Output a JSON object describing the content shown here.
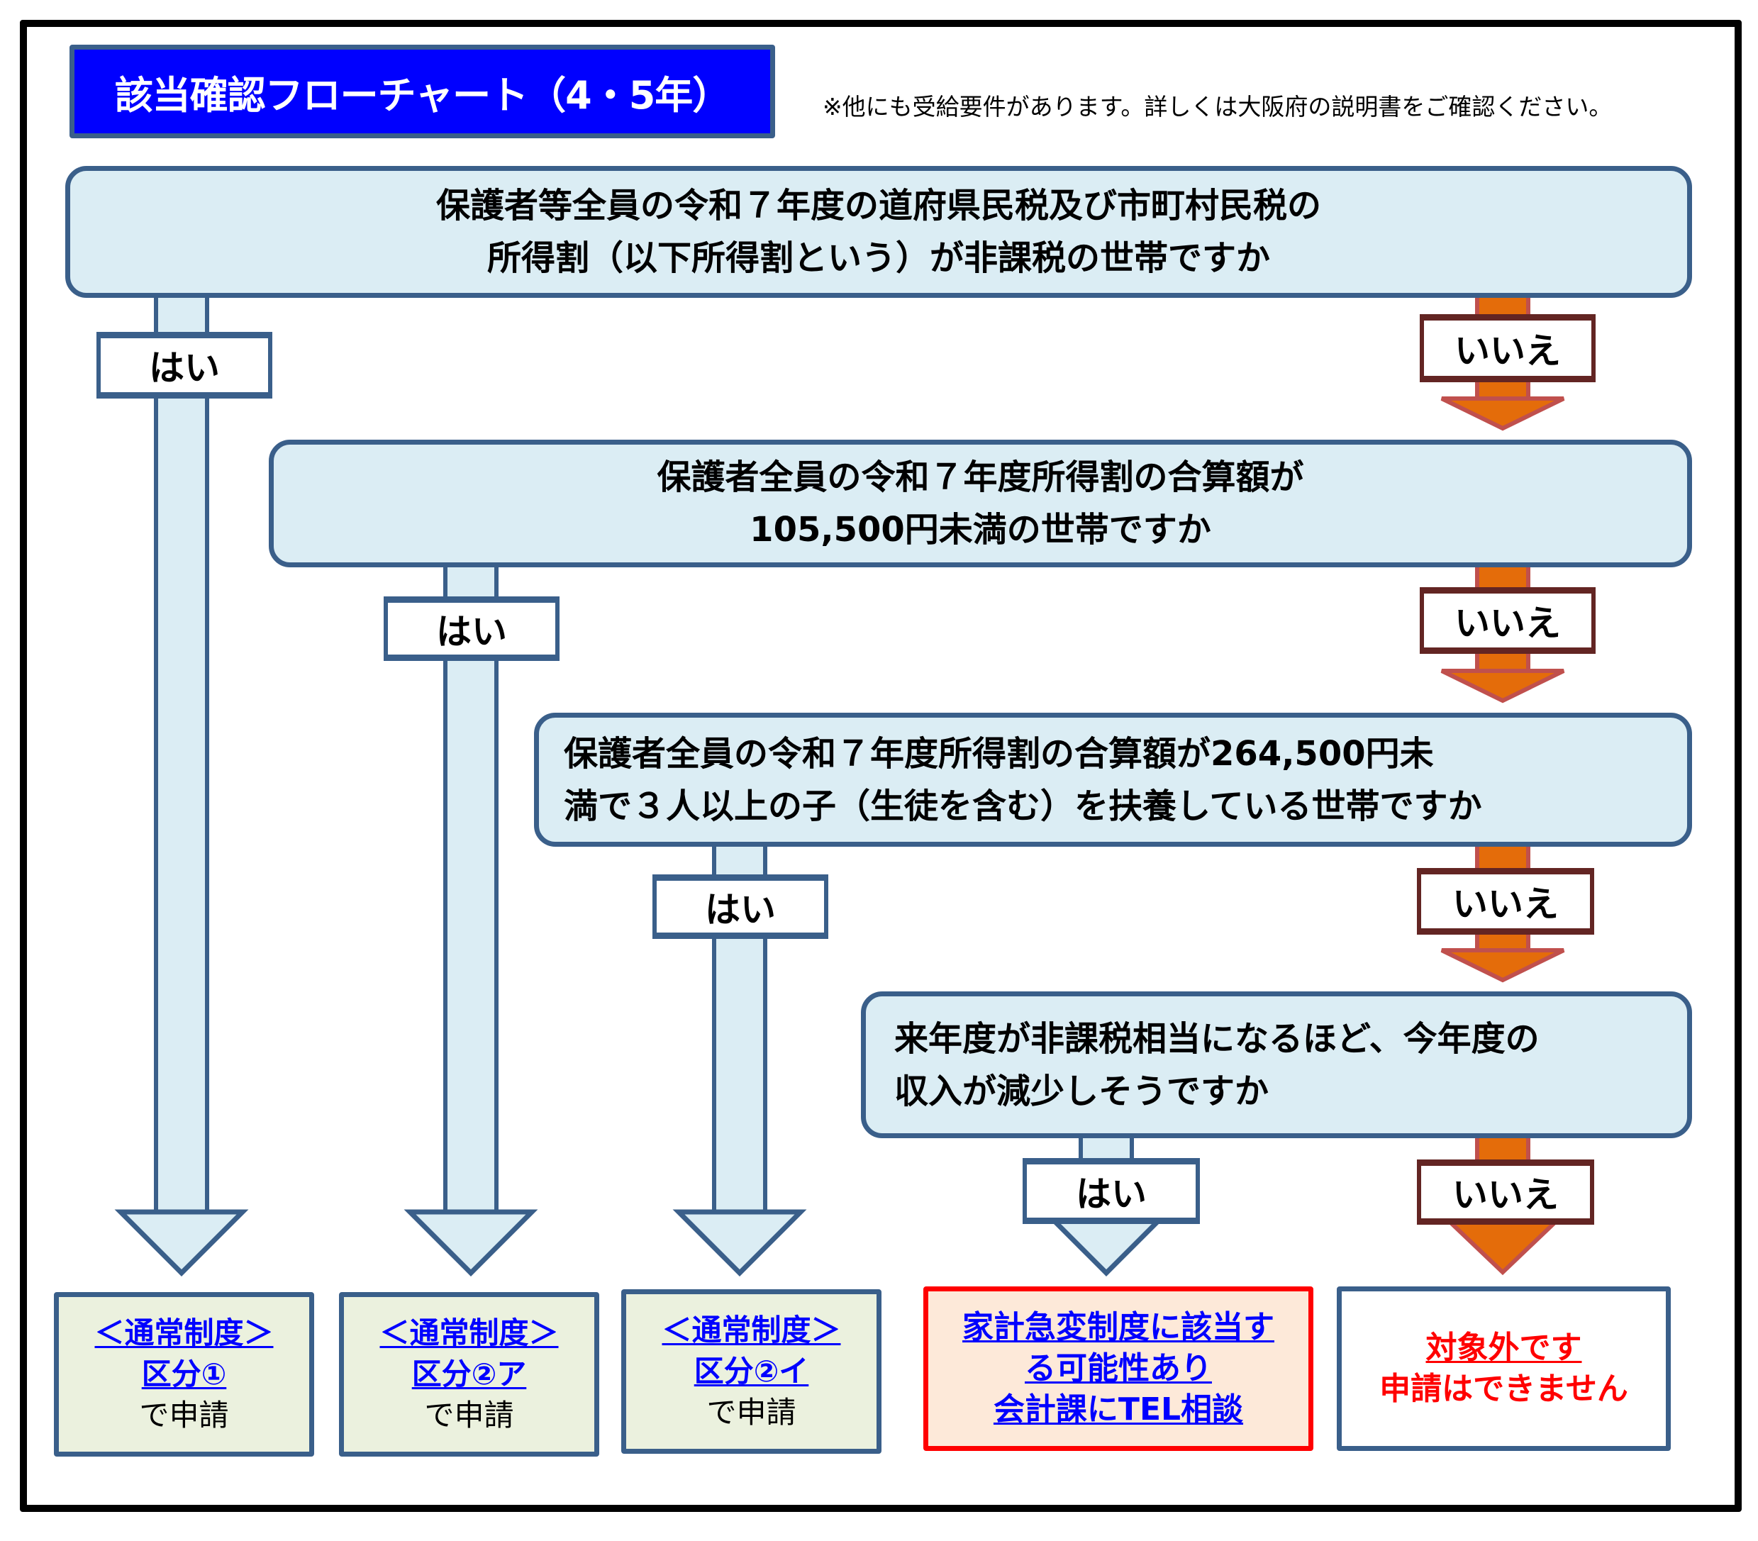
{
  "title": "該当確認フローチャート（4・5年）",
  "note": "※他にも受給要件があります。詳しくは大阪府の説明書をご確認ください。",
  "colors": {
    "title_bg": "#0000ff",
    "question_bg": "#dbedf4",
    "question_border": "#3a5f8a",
    "yes_arrow": "#dbedf4",
    "no_arrow": "#e46c0a",
    "no_label_border": "#632523",
    "link_text": "#0000ff",
    "warning_text": "#ff0000",
    "result_normal_bg": "#ebf1de",
    "result_sudden_bg": "#fde9d9",
    "result_sudden_border": "#ff0000"
  },
  "questions": [
    {
      "id": "q1",
      "text": "保護者等全員の令和７年度の道府県民税及び市町村民税の\n所得割（以下所得割という）が非課税の世帯ですか"
    },
    {
      "id": "q2",
      "text": "保護者全員の令和７年度所得割の合算額が\n105,500円未満の世帯ですか"
    },
    {
      "id": "q3",
      "text": "保護者全員の令和７年度所得割の合算額が264,500円未\n満で３人以上の子（生徒を含む）を扶養している世帯ですか"
    },
    {
      "id": "q4",
      "text": "来年度が非課税相当になるほど、今年度の\n収入が減少しそうですか"
    }
  ],
  "labels": {
    "yes": "はい",
    "no": "いいえ"
  },
  "results": [
    {
      "id": "r1",
      "line1": "＜通常制度＞",
      "line2": "区分①",
      "line3": "で申請"
    },
    {
      "id": "r2",
      "line1": "＜通常制度＞",
      "line2": "区分②ア",
      "line3": "で申請"
    },
    {
      "id": "r3",
      "line1": "＜通常制度＞",
      "line2": "区分②イ",
      "line3": "で申請"
    },
    {
      "id": "r4",
      "line1": "家計急変制度に該当す",
      "line2": "る可能性あり",
      "line3": "会計課にTEL相談"
    },
    {
      "id": "r5",
      "line1": "対象外です",
      "line2": "申請はできません"
    }
  ]
}
